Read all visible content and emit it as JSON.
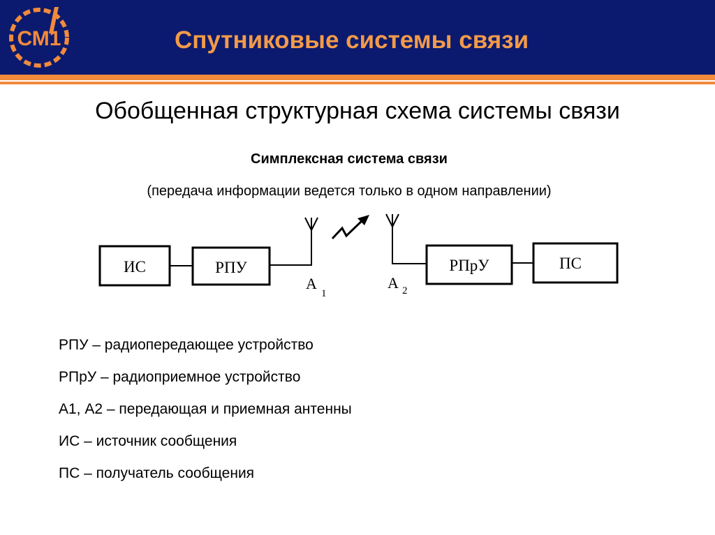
{
  "header": {
    "logo_text": "СМ1",
    "title": "Спутниковые системы связи",
    "colors": {
      "bar": "#0b1a6e",
      "accent": "#f28a3c",
      "title": "#f29a4a"
    }
  },
  "slide": {
    "subtitle": "Обобщенная структурная схема системы связи"
  },
  "diagram": {
    "title": "Симплексная система связи",
    "subtitle": "(передача информации ведется только в одном направлении)",
    "blocks": {
      "source": "ИС",
      "transmitter": "РПУ",
      "receiver": "РПрУ",
      "sink": "ПС"
    },
    "antennas": {
      "a1_letter": "А",
      "a1_index": "1",
      "a2_letter": "А",
      "a2_index": "2"
    }
  },
  "legend": [
    "РПУ – радиопередающее устройство",
    "РПрУ – радиоприемное устройство",
    "А1, А2 – передающая и приемная антенны",
    "ИС – источник сообщения",
    "ПС – получатель сообщения"
  ]
}
